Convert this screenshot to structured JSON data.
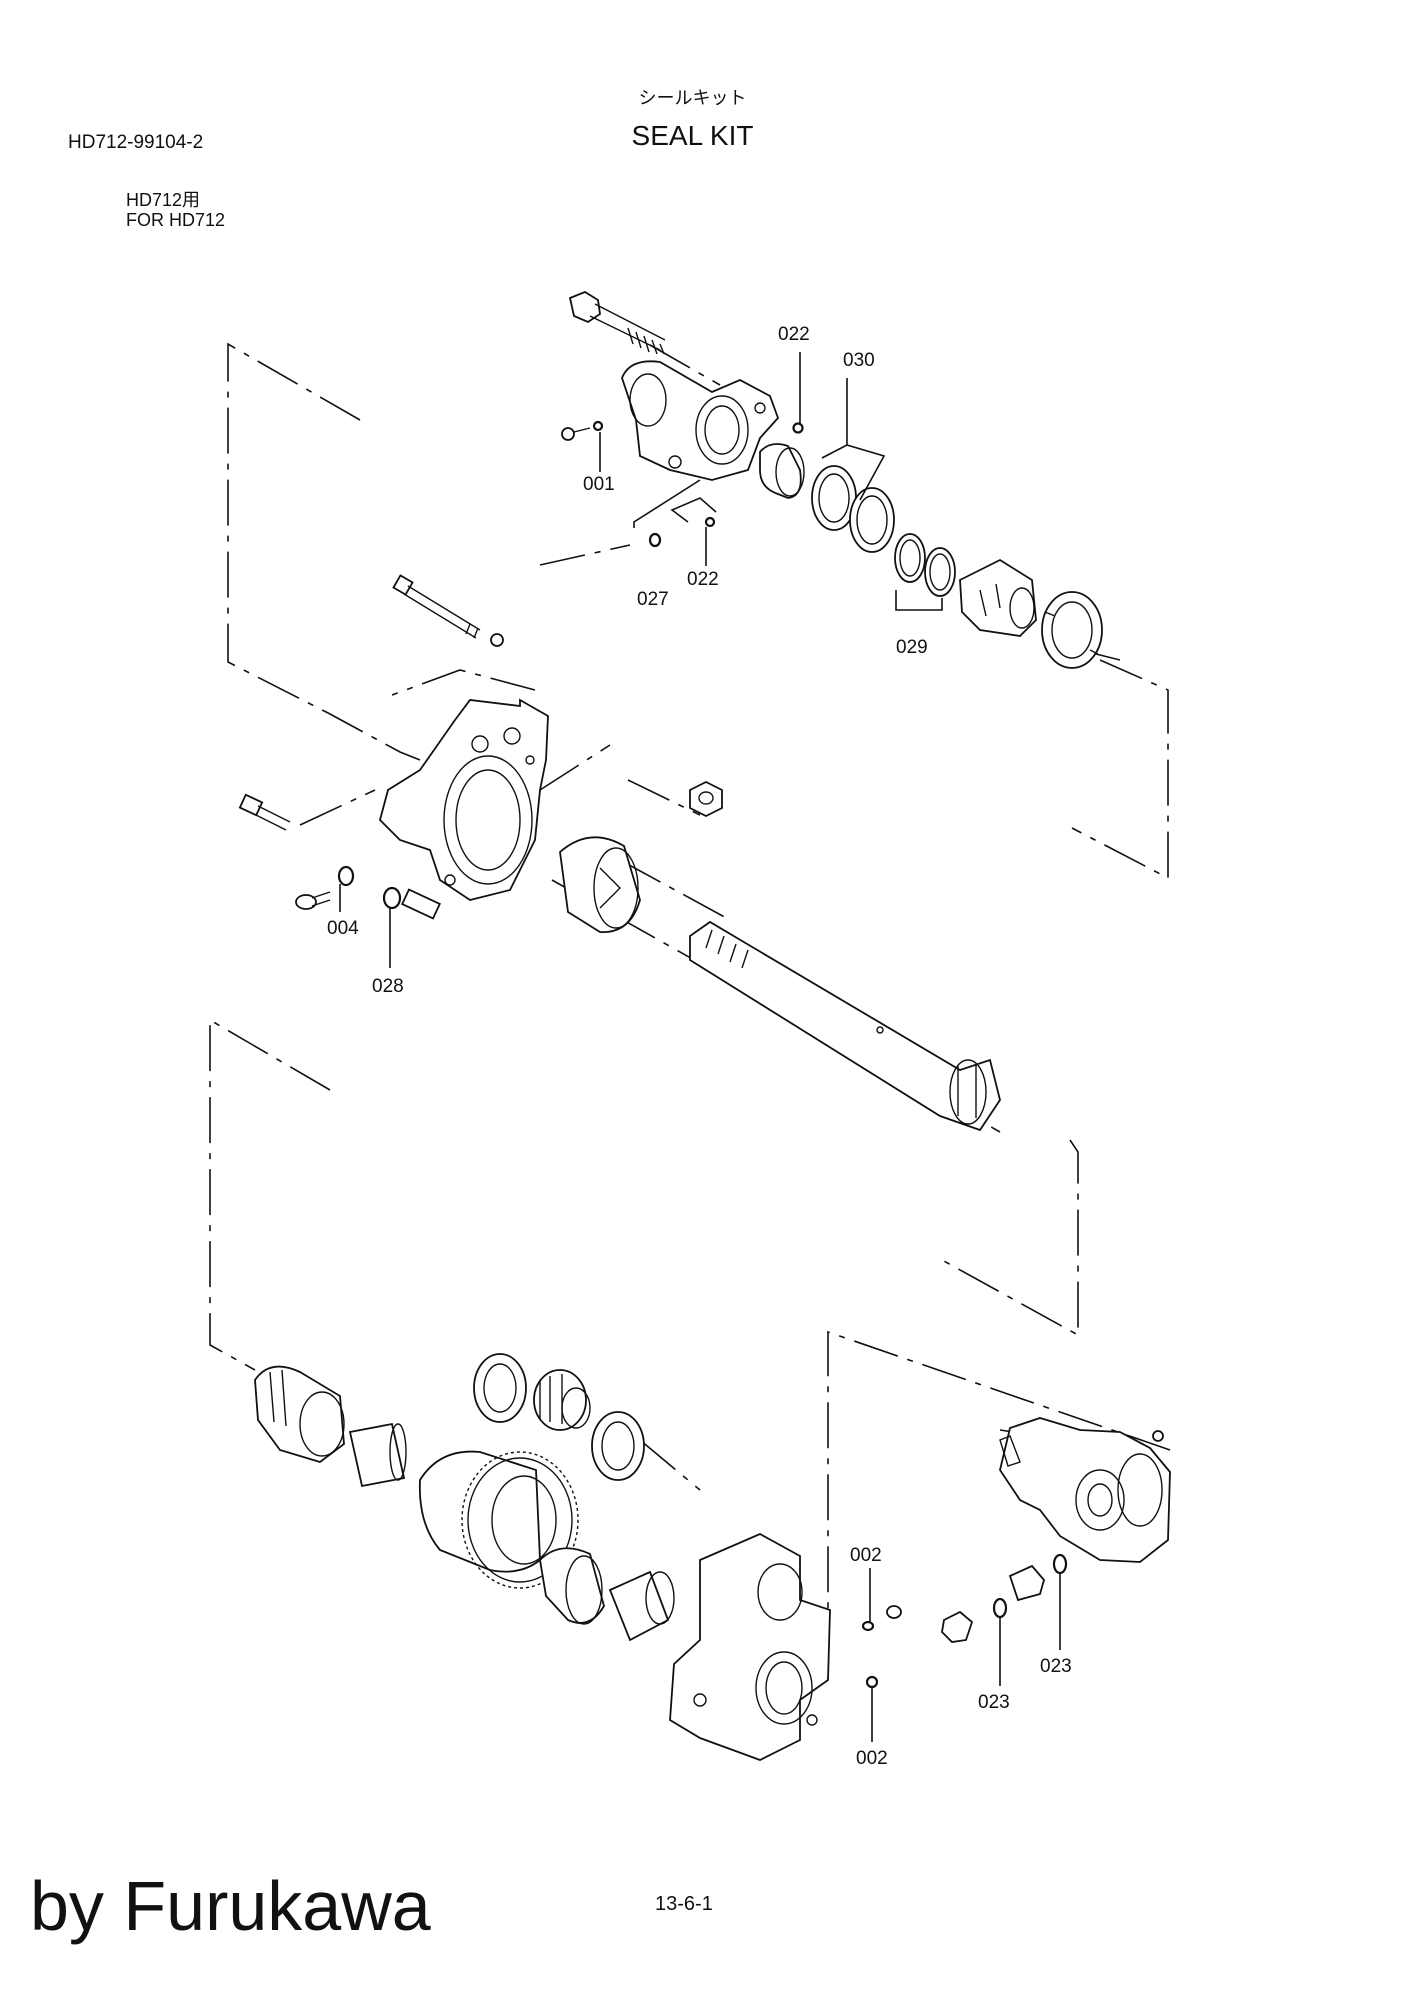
{
  "header": {
    "doc_code": "HD712-99104-2",
    "title_jp": "シールキット",
    "title_en": "SEAL KIT",
    "for_jp": "HD712用",
    "for_en": "FOR HD712"
  },
  "callouts": [
    "022",
    "030",
    "001",
    "027",
    "022",
    "029",
    "004",
    "028",
    "002",
    "002",
    "023",
    "023"
  ],
  "footer": {
    "brand": "by Furukawa",
    "page": "13-6-1"
  }
}
